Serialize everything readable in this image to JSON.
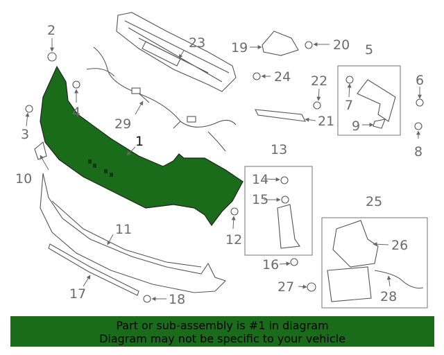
{
  "diagram": {
    "highlight_color": "#1a6b1a",
    "callouts": {
      "p1": "1",
      "p2": "2",
      "p3": "3",
      "p4": "4",
      "p5": "5",
      "p6": "6",
      "p7": "7",
      "p8": "8",
      "p9": "9",
      "p10": "10",
      "p11": "11",
      "p12": "12",
      "p13": "13",
      "p14": "14",
      "p15": "15",
      "p16": "16",
      "p17": "17",
      "p18": "18",
      "p19": "19",
      "p20": "20",
      "p21": "21",
      "p22": "22",
      "p23": "23",
      "p24": "24",
      "p25": "25",
      "p26": "26",
      "p27": "27",
      "p28": "28",
      "p29": "29"
    }
  },
  "banner": {
    "line1": "Part or sub-assembly is #1 in diagram",
    "line2": "Diagram may not be specific to your vehicle"
  }
}
